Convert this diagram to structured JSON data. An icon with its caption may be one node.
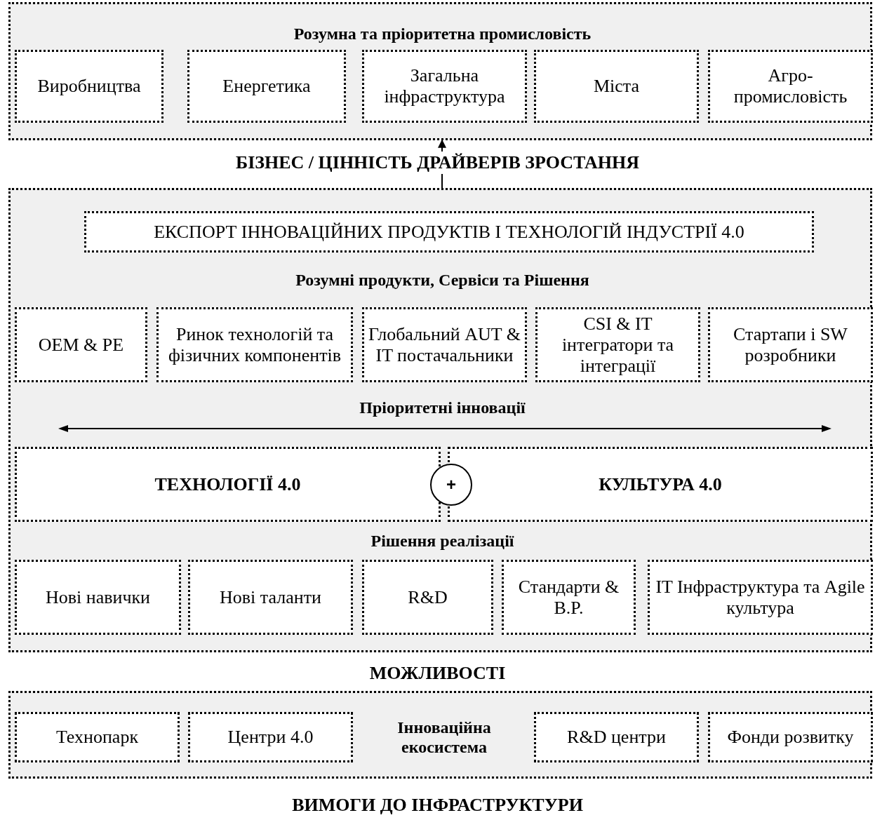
{
  "diagram": {
    "nodes": [
      {
        "text": [
          "Розумна та пріоритетна промисловість"
        ],
        "beside": [
          "БІЗНЕС / ЦІННІСТЬ ДРАЙВЕРІВ ЗРОСТАННЯ"
        ]
      },
      {
        "text": [
          "Виробництва"
        ],
        "in": 0
      },
      {
        "text": [
          "Енергетика"
        ],
        "in": 0
      },
      {
        "text": [
          "Загальна інфраструктура"
        ],
        "in": 0
      },
      {
        "text": [
          "Міста"
        ],
        "in": 0
      },
      {
        "text": [
          "Агро-промисловість"
        ],
        "in": 0
      },
      {
        "text": [
          "Розумні продукти, Сервіси та Рішення",
          "Пріоритетні інновації",
          "Рішення реалізації"
        ],
        "beside": [
          "МОЖЛИВОСТІ"
        ]
      },
      {
        "text": [
          "ЕКСПОРТ ІННОВАЦІЙНИХ ПРОДУКТІВ І ТЕХНОЛОГІЙ ІНДУСТРІЇ 4.0"
        ],
        "in": 6
      },
      {
        "text": [
          "OEM & PE"
        ],
        "in": 6
      },
      {
        "text": [
          "Ринок технологій та фізичних компонентів"
        ],
        "in": 6
      },
      {
        "text": [
          "Глобальний AUT & IT постачальники"
        ],
        "in": 6
      },
      {
        "text": [
          "CSI & IT інтегратори та інтеграції"
        ],
        "in": 6
      },
      {
        "text": [
          "Стартапи і SW розробники"
        ],
        "in": 6
      },
      {
        "text": [
          "ТЕХНОЛОГІЇ 4.0"
        ],
        "in": 6
      },
      {
        "text": [
          "+"
        ],
        "in": 6
      },
      {
        "text": [
          "КУЛЬТУРА 4.0"
        ],
        "in": 6
      },
      {
        "text": [
          "Нові навички"
        ],
        "in": 6
      },
      {
        "text": [
          "Нові таланти"
        ],
        "in": 6
      },
      {
        "text": [
          "R&D"
        ],
        "in": 6
      },
      {
        "text": [
          "Стандарти & B.P."
        ],
        "in": 6
      },
      {
        "text": [
          "IT Інфраструктура та Agile культура"
        ],
        "in": 6
      },
      {
        "text": [
          "Інноваційна екосистема"
        ],
        "beside": [
          "ВИМОГИ ДО ІНФРАСТРУКТУРИ"
        ]
      },
      {
        "text": [
          "Технопарк"
        ],
        "in": 21
      },
      {
        "text": [
          "Центри 4.0"
        ],
        "in": 21
      },
      {
        "text": [
          "R&D центри"
        ],
        "in": 21
      },
      {
        "text": [
          "Фонди розвитку"
        ],
        "in": 21
      }
    ],
    "edges": [
      {
        "from": 6,
        "to": 0,
        "arrow": "to"
      }
    ]
  }
}
